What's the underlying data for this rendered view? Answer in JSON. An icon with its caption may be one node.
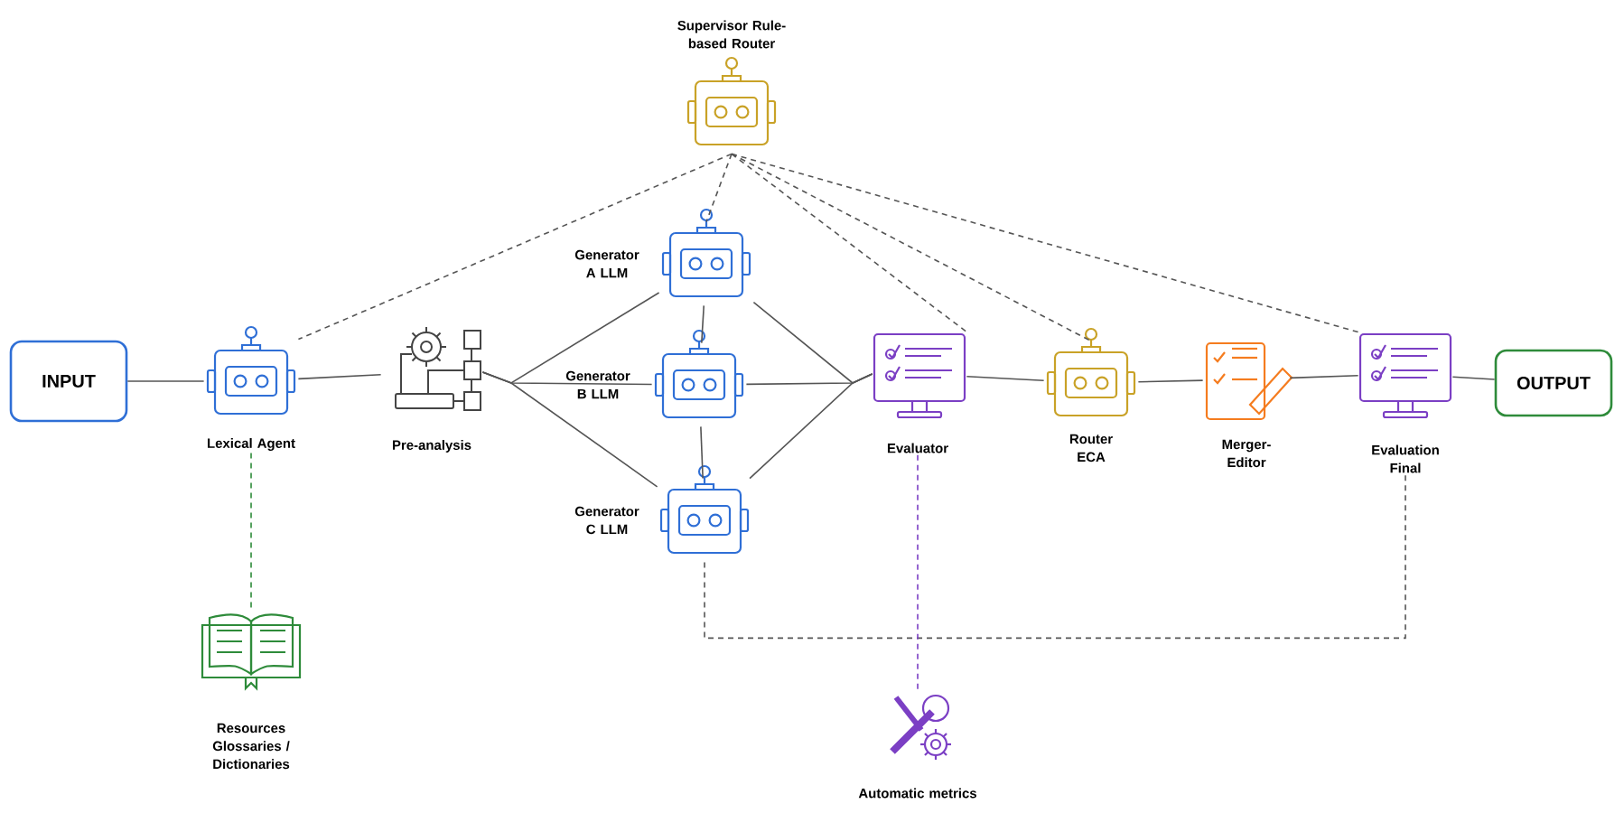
{
  "diagram": {
    "nodes": [
      {
        "text": [
          "Supervisor Rule-based Router"
        ]
      },
      {
        "text": [
          "INPUT"
        ]
      },
      {
        "text": [
          "Lexical Agent"
        ]
      },
      {
        "text": [
          "Pre-analysis"
        ]
      },
      {
        "text": [
          "Generator A LLM"
        ]
      },
      {
        "text": [
          "Generator B LLM"
        ]
      },
      {
        "text": [
          "Generator C LLM"
        ]
      },
      {
        "text": [
          "Evaluator"
        ]
      },
      {
        "text": [
          "Router ECA"
        ]
      },
      {
        "text": [
          "Merger-Editor"
        ]
      },
      {
        "text": [
          "Evaluation Final"
        ]
      },
      {
        "text": [
          "OUTPUT"
        ]
      },
      {
        "text": [
          "Resources Glossaries / Dictionaries"
        ]
      },
      {
        "text": [
          "Automatic metrics"
        ]
      }
    ],
    "edges": [
      {
        "from": 1,
        "to": 2,
        "arrow": "none"
      },
      {
        "from": 2,
        "to": 3,
        "arrow": "none"
      },
      {
        "from": 3,
        "to": 4,
        "arrow": "none"
      },
      {
        "from": 3,
        "to": 5,
        "arrow": "none"
      },
      {
        "from": 3,
        "to": 6,
        "arrow": "none"
      },
      {
        "from": 4,
        "to": 5,
        "arrow": "none"
      },
      {
        "from": 5,
        "to": 6,
        "arrow": "none"
      },
      {
        "from": 4,
        "to": 7,
        "arrow": "none"
      },
      {
        "from": 5,
        "to": 7,
        "arrow": "none"
      },
      {
        "from": 6,
        "to": 7,
        "arrow": "none"
      },
      {
        "from": 7,
        "to": 8,
        "arrow": "none"
      },
      {
        "from": 8,
        "to": 9,
        "arrow": "none"
      },
      {
        "from": 9,
        "to": 10,
        "arrow": "none"
      },
      {
        "from": 10,
        "to": 11,
        "arrow": "none"
      },
      {
        "from": 0,
        "to": 2,
        "arrow": "none",
        "style": "dashed"
      },
      {
        "from": 0,
        "to": 4,
        "arrow": "none",
        "style": "dashed"
      },
      {
        "from": 0,
        "to": 7,
        "arrow": "none",
        "style": "dashed"
      },
      {
        "from": 0,
        "to": 8,
        "arrow": "none",
        "style": "dashed"
      },
      {
        "from": 0,
        "to": 10,
        "arrow": "none",
        "style": "dashed"
      },
      {
        "from": 6,
        "to": 10,
        "arrow": "none",
        "style": "dashed"
      },
      {
        "from": 2,
        "to": 12,
        "arrow": "none",
        "style": "dashed",
        "color": "#2e8b3a"
      },
      {
        "from": 7,
        "to": 13,
        "arrow": "none",
        "style": "dashed",
        "color": "#7b3fc4"
      }
    ]
  }
}
